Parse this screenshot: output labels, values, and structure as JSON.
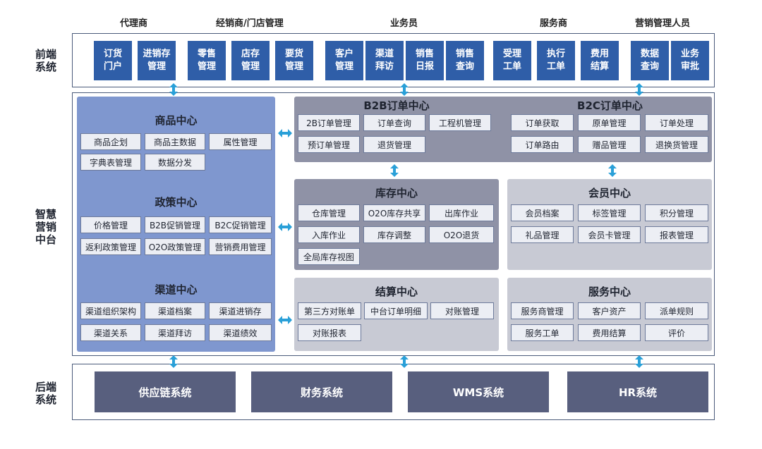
{
  "roles": [
    "代理商",
    "经销商/门店管理",
    "业务员",
    "服务商",
    "营销管理人员"
  ],
  "side_labels": {
    "front": "前端\n系统",
    "middle": "智慧\n营销\n中台",
    "back": "后端\n系统"
  },
  "front_items": [
    "订货\n门户",
    "进销存\n管理",
    "零售\n管理",
    "店存\n管理",
    "要货\n管理",
    "客户\n管理",
    "渠道\n拜访",
    "销售\n日报",
    "销售\n查询",
    "受理\n工单",
    "执行\n工单",
    "费用\n结算",
    "数据\n查询",
    "业务\n审批"
  ],
  "centers": {
    "goods": {
      "title": "商品中心",
      "items": [
        "商品企划",
        "商品主数据",
        "属性管理",
        "字典表管理",
        "数据分发"
      ]
    },
    "policy": {
      "title": "政策中心",
      "items": [
        "价格管理",
        "B2B促销管理",
        "B2C促销管理",
        "返利政策管理",
        "O2O政策管理",
        "营销费用管理"
      ]
    },
    "channel": {
      "title": "渠道中心",
      "items": [
        "渠道组织架构",
        "渠道档案",
        "渠道进销存",
        "渠道关系",
        "渠道拜访",
        "渠道绩效"
      ]
    },
    "b2b": {
      "title": "B2B订单中心",
      "items": [
        "2B订单管理",
        "订单查询",
        "工程机管理",
        "预订单管理",
        "退货管理"
      ]
    },
    "b2c": {
      "title": "B2C订单中心",
      "items": [
        "订单获取",
        "原单管理",
        "订单处理",
        "订单路由",
        "赠品管理",
        "退换货管理"
      ]
    },
    "inventory": {
      "title": "库存中心",
      "items": [
        "仓库管理",
        "O2O库存共享",
        "出库作业",
        "入库作业",
        "库存调整",
        "O2O退货",
        "全局库存视图"
      ]
    },
    "member": {
      "title": "会员中心",
      "items": [
        "会员档案",
        "标签管理",
        "积分管理",
        "礼品管理",
        "会员卡管理",
        "报表管理"
      ]
    },
    "settlement": {
      "title": "结算中心",
      "items": [
        "第三方对账单",
        "中台订单明细",
        "对账管理",
        "对账报表"
      ]
    },
    "service": {
      "title": "服务中心",
      "items": [
        "服务商管理",
        "客户资产",
        "派单规则",
        "服务工单",
        "费用结算",
        "评价"
      ]
    }
  },
  "back_items": [
    "供应链系统",
    "财务系统",
    "WMS系统",
    "HR系统"
  ],
  "colors": {
    "front_box": "#2f5ea8",
    "blue_panel": "#7f97cf",
    "dark_gray_panel": "#8f92a6",
    "light_gray_panel": "#c8cad4",
    "back_box": "#585f7e",
    "arrow": "#2aa0d8"
  }
}
